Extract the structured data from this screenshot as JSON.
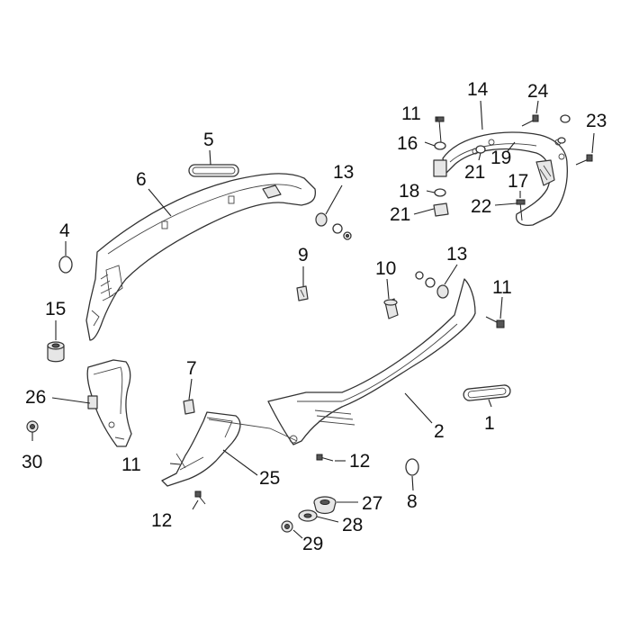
{
  "diagram": {
    "callouts": [
      {
        "id": "1",
        "text": "1"
      },
      {
        "id": "2",
        "text": "2"
      },
      {
        "id": "4",
        "text": "4"
      },
      {
        "id": "5",
        "text": "5"
      },
      {
        "id": "6",
        "text": "6"
      },
      {
        "id": "7",
        "text": "7"
      },
      {
        "id": "8",
        "text": "8"
      },
      {
        "id": "9",
        "text": "9"
      },
      {
        "id": "10",
        "text": "10"
      },
      {
        "id": "11a",
        "text": "11"
      },
      {
        "id": "11b",
        "text": "11"
      },
      {
        "id": "11c",
        "text": "11"
      },
      {
        "id": "12a",
        "text": "12"
      },
      {
        "id": "12b",
        "text": "12"
      },
      {
        "id": "13a",
        "text": "13"
      },
      {
        "id": "13b",
        "text": "13"
      },
      {
        "id": "14",
        "text": "14"
      },
      {
        "id": "15",
        "text": "15"
      },
      {
        "id": "16",
        "text": "16"
      },
      {
        "id": "17",
        "text": "17"
      },
      {
        "id": "18",
        "text": "18"
      },
      {
        "id": "19",
        "text": "19"
      },
      {
        "id": "21a",
        "text": "21"
      },
      {
        "id": "21b",
        "text": "21"
      },
      {
        "id": "22",
        "text": "22"
      },
      {
        "id": "23",
        "text": "23"
      },
      {
        "id": "24",
        "text": "24"
      },
      {
        "id": "25",
        "text": "25"
      },
      {
        "id": "26",
        "text": "26"
      },
      {
        "id": "27",
        "text": "27"
      },
      {
        "id": "28",
        "text": "28"
      },
      {
        "id": "29",
        "text": "29"
      },
      {
        "id": "30",
        "text": "30"
      }
    ]
  }
}
